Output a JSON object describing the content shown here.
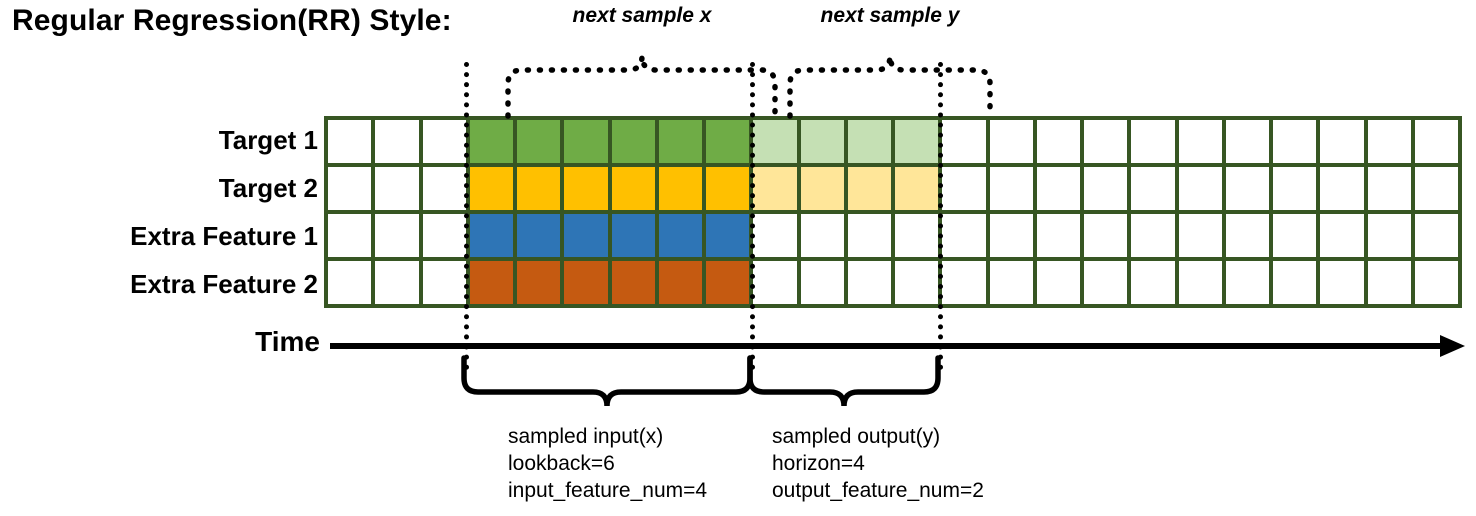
{
  "title": "Regular Regression(RR) Style:",
  "colors": {
    "grid_border": "#375623",
    "target1": "#6FAC46",
    "target1_light": "#C5E0B4",
    "target2": "#FFC000",
    "target2_light": "#FFE699",
    "extra1": "#2E75B6",
    "extra2": "#C55A11",
    "empty": "#FFFFFF",
    "axis": "#000000"
  },
  "rows": [
    {
      "label": "Target 1",
      "name": "target-1"
    },
    {
      "label": "Target 2",
      "name": "target-2"
    },
    {
      "label": "Extra Feature 1",
      "name": "extra-feature-1"
    },
    {
      "label": "Extra Feature 2",
      "name": "extra-feature-2"
    }
  ],
  "grid": {
    "columns": 24,
    "lead_empty": 3,
    "input_len": 6,
    "output_len": 4,
    "trail_empty": 11,
    "fills": [
      [
        "#FFFFFF",
        "#FFFFFF",
        "#FFFFFF",
        "#6FAC46",
        "#6FAC46",
        "#6FAC46",
        "#6FAC46",
        "#6FAC46",
        "#6FAC46",
        "#C5E0B4",
        "#C5E0B4",
        "#C5E0B4",
        "#C5E0B4",
        "#FFFFFF",
        "#FFFFFF",
        "#FFFFFF",
        "#FFFFFF",
        "#FFFFFF",
        "#FFFFFF",
        "#FFFFFF",
        "#FFFFFF",
        "#FFFFFF",
        "#FFFFFF",
        "#FFFFFF"
      ],
      [
        "#FFFFFF",
        "#FFFFFF",
        "#FFFFFF",
        "#FFC000",
        "#FFC000",
        "#FFC000",
        "#FFC000",
        "#FFC000",
        "#FFC000",
        "#FFE699",
        "#FFE699",
        "#FFE699",
        "#FFE699",
        "#FFFFFF",
        "#FFFFFF",
        "#FFFFFF",
        "#FFFFFF",
        "#FFFFFF",
        "#FFFFFF",
        "#FFFFFF",
        "#FFFFFF",
        "#FFFFFF",
        "#FFFFFF",
        "#FFFFFF"
      ],
      [
        "#FFFFFF",
        "#FFFFFF",
        "#FFFFFF",
        "#2E75B6",
        "#2E75B6",
        "#2E75B6",
        "#2E75B6",
        "#2E75B6",
        "#2E75B6",
        "#FFFFFF",
        "#FFFFFF",
        "#FFFFFF",
        "#FFFFFF",
        "#FFFFFF",
        "#FFFFFF",
        "#FFFFFF",
        "#FFFFFF",
        "#FFFFFF",
        "#FFFFFF",
        "#FFFFFF",
        "#FFFFFF",
        "#FFFFFF",
        "#FFFFFF",
        "#FFFFFF"
      ],
      [
        "#FFFFFF",
        "#FFFFFF",
        "#FFFFFF",
        "#C55A11",
        "#C55A11",
        "#C55A11",
        "#C55A11",
        "#C55A11",
        "#C55A11",
        "#FFFFFF",
        "#FFFFFF",
        "#FFFFFF",
        "#FFFFFF",
        "#FFFFFF",
        "#FFFFFF",
        "#FFFFFF",
        "#FFFFFF",
        "#FFFFFF",
        "#FFFFFF",
        "#FFFFFF",
        "#FFFFFF",
        "#FFFFFF",
        "#FFFFFF",
        "#FFFFFF"
      ]
    ]
  },
  "time_axis": {
    "label": "Time"
  },
  "top_braces": [
    {
      "label": "next sample x",
      "name": "next-sample-x"
    },
    {
      "label": "next sample y",
      "name": "next-sample-y"
    }
  ],
  "bottom_notes": [
    {
      "name": "sampled-input",
      "line1": "sampled input(x)",
      "line2": "lookback=6",
      "line3": "input_feature_num=4"
    },
    {
      "name": "sampled-output",
      "line1": "sampled output(y)",
      "line2": "horizon=4",
      "line3": "output_feature_num=2"
    }
  ]
}
